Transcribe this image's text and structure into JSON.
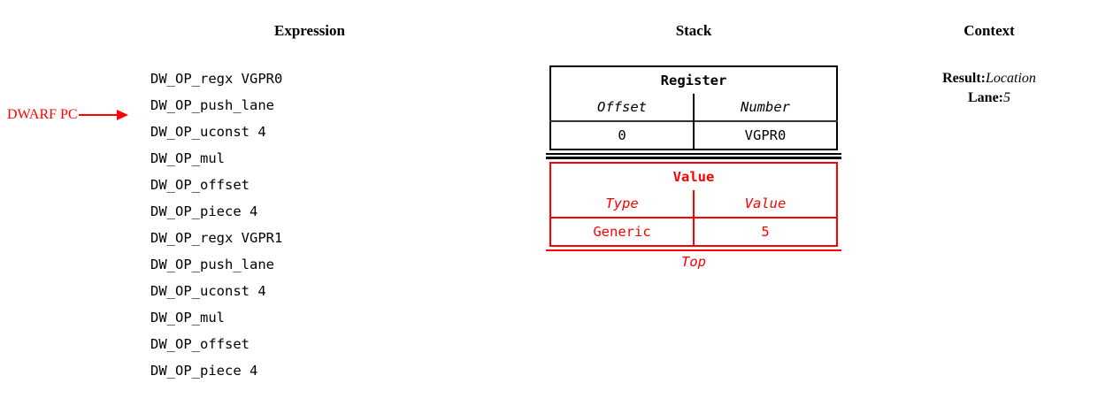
{
  "headings": {
    "expression": "Expression",
    "stack": "Stack",
    "context": "Context"
  },
  "pointer": {
    "label": "DWARF PC",
    "color": "#ff0000",
    "target_line_index": 2
  },
  "expression": {
    "lines": [
      "DW_OP_regx VGPR0",
      "DW_OP_push_lane",
      "DW_OP_uconst 4",
      "DW_OP_mul",
      "DW_OP_offset",
      "DW_OP_piece 4",
      "DW_OP_regx VGPR1",
      "DW_OP_push_lane",
      "DW_OP_uconst 4",
      "DW_OP_mul",
      "DW_OP_offset",
      "DW_OP_piece 4"
    ]
  },
  "stack": {
    "entries": [
      {
        "title": "Register",
        "color": "#000000",
        "columns": [
          "Offset",
          "Number"
        ],
        "values": [
          "0",
          "VGPR0"
        ]
      },
      {
        "title": "Value",
        "color": "#ff0000",
        "columns": [
          "Type",
          "Value"
        ],
        "values": [
          "Generic",
          "5"
        ]
      }
    ],
    "top_label": "Top"
  },
  "context": {
    "rows": [
      {
        "key": "Result:",
        "value": "Location"
      },
      {
        "key": "Lane:",
        "value": "5"
      }
    ]
  }
}
